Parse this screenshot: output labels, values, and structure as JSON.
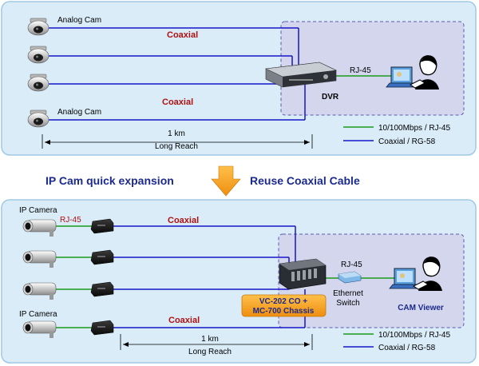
{
  "top_panel": {
    "camera_label_1": "Analog Cam",
    "camera_label_2": "Analog Cam",
    "coaxial_label_1": "Coaxial",
    "coaxial_label_2": "Coaxial",
    "dvr_label": "DVR",
    "rj45_label": "RJ-45",
    "distance": "1 km",
    "distance_sub": "Long Reach",
    "legend": {
      "ethernet": "10/100Mbps / RJ-45",
      "coaxial": "Coaxial / RG-58"
    }
  },
  "middle": {
    "left_caption": "IP Cam quick expansion",
    "right_caption": "Reuse Coaxial Cable"
  },
  "bottom_panel": {
    "camera_label_1": "IP Camera",
    "camera_label_2": "IP Camera",
    "rj45_cam_label": "RJ-45",
    "coaxial_label_1": "Coaxial",
    "coaxial_label_2": "Coaxial",
    "rj45_label": "RJ-45",
    "switch_label_1": "Ethernet",
    "switch_label_2": "Switch",
    "chassis_label_1": "VC-202 CO +",
    "chassis_label_2": "MC-700 Chassis",
    "viewer_label": "CAM Viewer",
    "distance": "1 km",
    "distance_sub": "Long Reach",
    "legend": {
      "ethernet": "10/100Mbps / RJ-45",
      "coaxial": "Coaxial / RG-58"
    }
  },
  "colors": {
    "panel_bg": "#d9ecf8",
    "panel_border": "#9fc9e6",
    "coax_line": "#1717c8",
    "eth_line": "#1a9a1a",
    "coax_text": "#b01010",
    "arrow": "#f0a21a",
    "caption": "#1b2a8c",
    "chassis_box": "#f5a623"
  }
}
